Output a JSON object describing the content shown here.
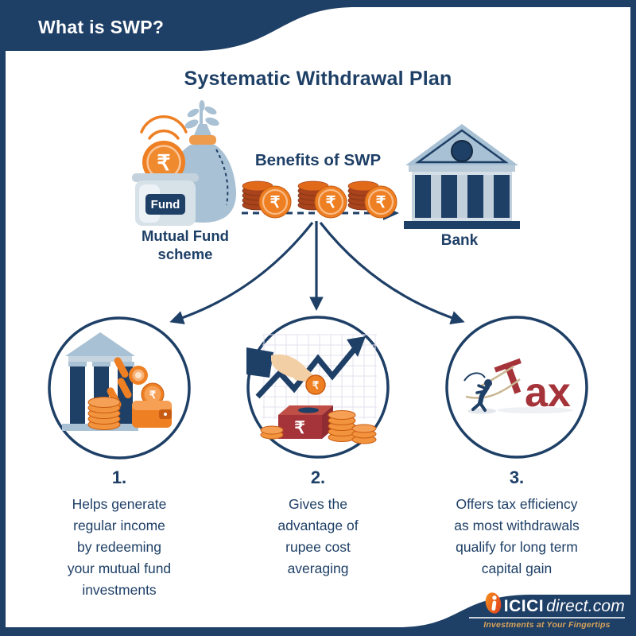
{
  "symbols": {
    "rupee": "₹"
  },
  "colors": {
    "navy": "#1e3f66",
    "orange": "#ee7f22",
    "coin_dark": "#a8431c",
    "brick_red": "#a5333a",
    "light_blue": "#a9c1d4",
    "tagline_gold": "#d9a359"
  },
  "header": {
    "title": "What is SWP?"
  },
  "main": {
    "title": "Systematic Withdrawal Plan",
    "flow": {
      "source_label": "Mutual Fund\nscheme",
      "fund_label": "Fund",
      "benefits_label": "Benefits of SWP",
      "bank_label": "Bank"
    },
    "benefits": [
      {
        "number": "1.",
        "text": "Helps generate\nregular income\nby redeeming\nyour mutual fund\ninvestments"
      },
      {
        "number": "2.",
        "text": "Gives the\nadvantage of\nrupee cost\naveraging"
      },
      {
        "number": "3.",
        "text": "Offers tax efficiency\nas most withdrawals\nqualify for long term\ncapital gain"
      }
    ],
    "tax": {
      "t": "T",
      "ax": "ax"
    }
  },
  "footer": {
    "brand": "ICICI",
    "brand_suffix": "direct.com",
    "tagline": "Investments at Your Fingertips"
  }
}
